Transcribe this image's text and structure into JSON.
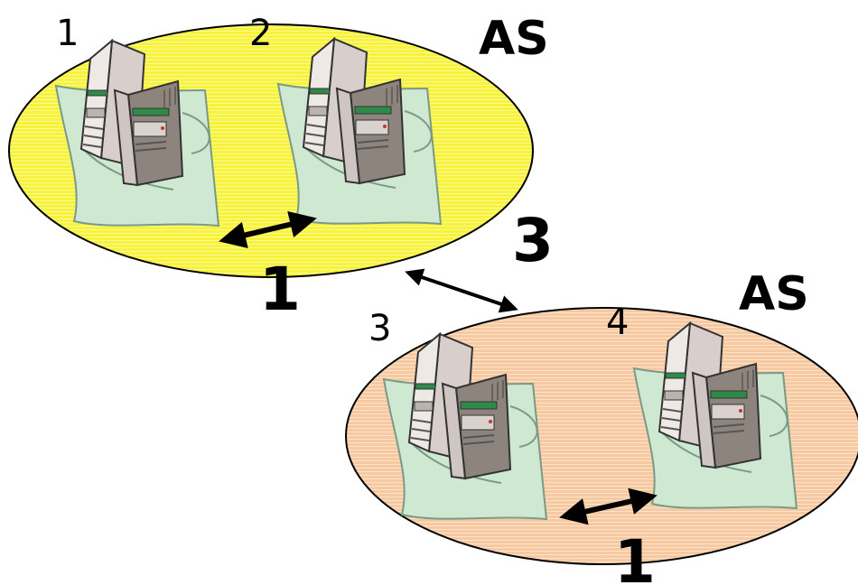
{
  "diagram": {
    "colors": {
      "as_top_fill": "#f7f23a",
      "as_bottom_fill": "#f6c9a0",
      "mat_fill": "#cfe8d2",
      "mat_stroke": "#7a9a86",
      "server_light": "#cfc6c3",
      "server_dark": "#8d847e",
      "arrow": "#000000"
    },
    "as_top": {
      "label": "AS",
      "link_label": "1"
    },
    "as_bottom": {
      "label": "AS",
      "link_label": "1"
    },
    "inter_as_link": {
      "label": "3"
    },
    "hosts": [
      {
        "label": "1",
        "icon": "server-icon"
      },
      {
        "label": "2",
        "icon": "server-icon"
      },
      {
        "label": "3",
        "icon": "server-icon"
      },
      {
        "label": "4",
        "icon": "server-icon"
      }
    ]
  }
}
